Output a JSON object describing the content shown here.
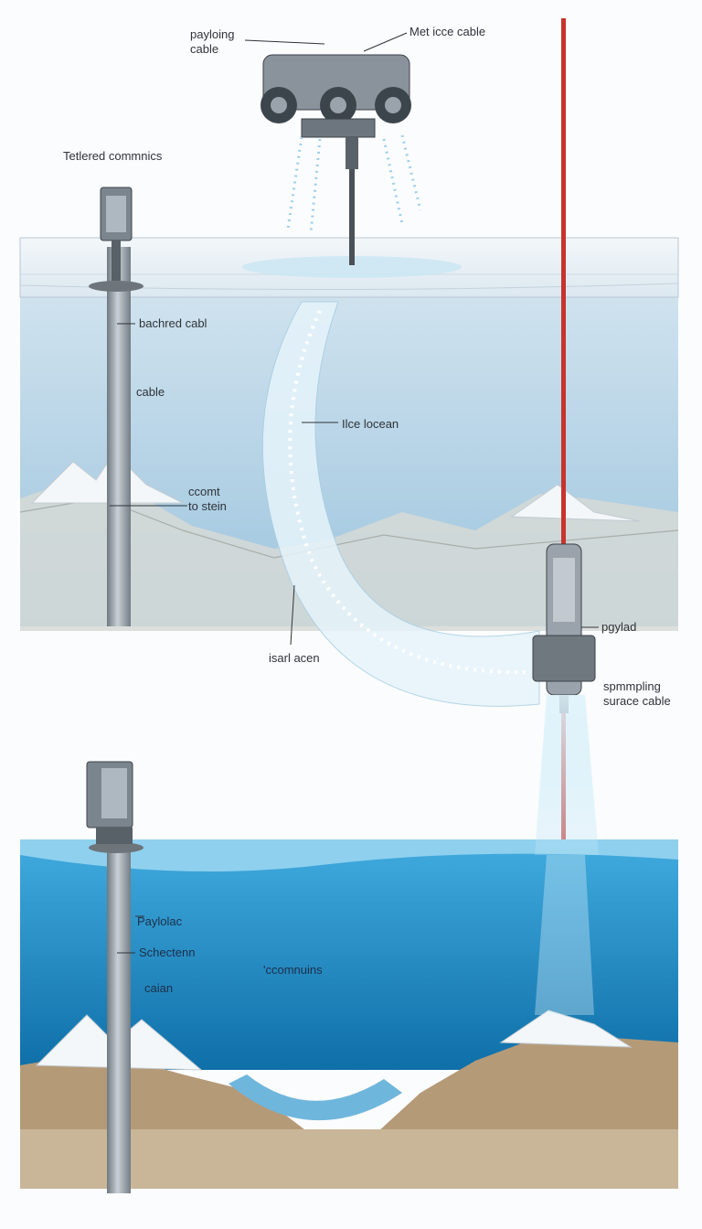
{
  "colors": {
    "ice": "#e9f1f7",
    "upper_water": "#b9d6e8",
    "lower_water": "#1f8fcc",
    "seabed": "#b59a78",
    "cable_red": "#c7342c",
    "metal": "#8b949c"
  },
  "labels": {
    "payloing_cable": "payloing\ncable",
    "met_ice_cable": "Met icce cable",
    "tethered_commnics": "Tetlered commnics",
    "bachred_cabl": "bachred cabl",
    "cable": "cable",
    "ice_locean": "Ilce locean",
    "ccomt_to_stein": "ccomt\nto stein",
    "isarl_acen": "isarl acen",
    "pgylad": "pgylad",
    "spmpling_surace_cable": "spmmpling\nsurace cable",
    "paylolac": "Paylolac",
    "schectenn": "Schectenn",
    "caian": "caian",
    "ccomnuins": "'ccomnuins"
  },
  "icons": [
    "ice-drill-robot-icon",
    "surface-antenna-icon",
    "submersible-payload-icon",
    "seafloor-antenna-icon"
  ]
}
